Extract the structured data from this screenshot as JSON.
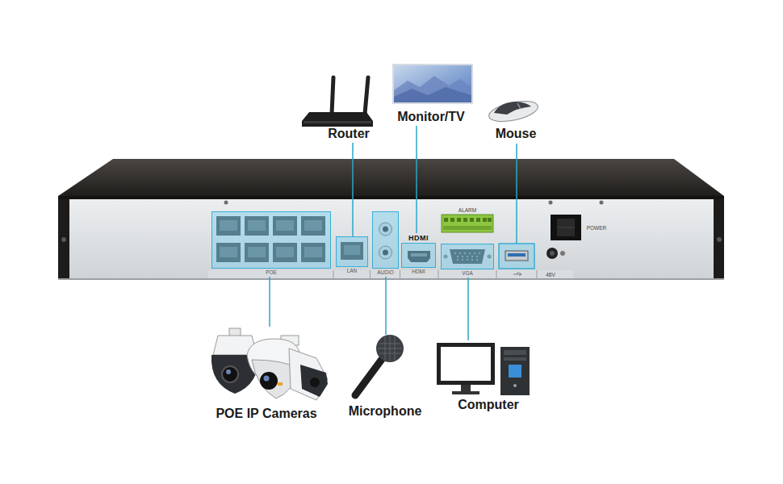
{
  "diagram": {
    "nodes": [
      {
        "text": [
          "Router"
        ]
      },
      {
        "text": [
          "Monitor/TV"
        ]
      },
      {
        "text": [
          "Mouse"
        ]
      },
      {
        "text": [
          "POE"
        ]
      },
      {
        "text": [
          "LAN"
        ]
      },
      {
        "text": [
          "AUDIO"
        ]
      },
      {
        "text": [
          "HDMI",
          "HDMI"
        ]
      },
      {
        "text": [
          "VGA"
        ]
      },
      {
        "text": [
          "POE IP Cameras"
        ]
      },
      {
        "text": [
          "Microphone"
        ]
      },
      {
        "text": [
          "Computer"
        ]
      }
    ],
    "edges": [
      {
        "from": 0,
        "to": 4,
        "arrow": "none"
      },
      {
        "from": 1,
        "to": 6,
        "arrow": "none"
      },
      {
        "from": 8,
        "to": 3,
        "arrow": "none"
      },
      {
        "from": 9,
        "to": 5,
        "arrow": "none"
      },
      {
        "from": 10,
        "to": 7,
        "arrow": "none"
      }
    ],
    "labels": [
      "ALARM",
      "POWER",
      "48V"
    ]
  }
}
